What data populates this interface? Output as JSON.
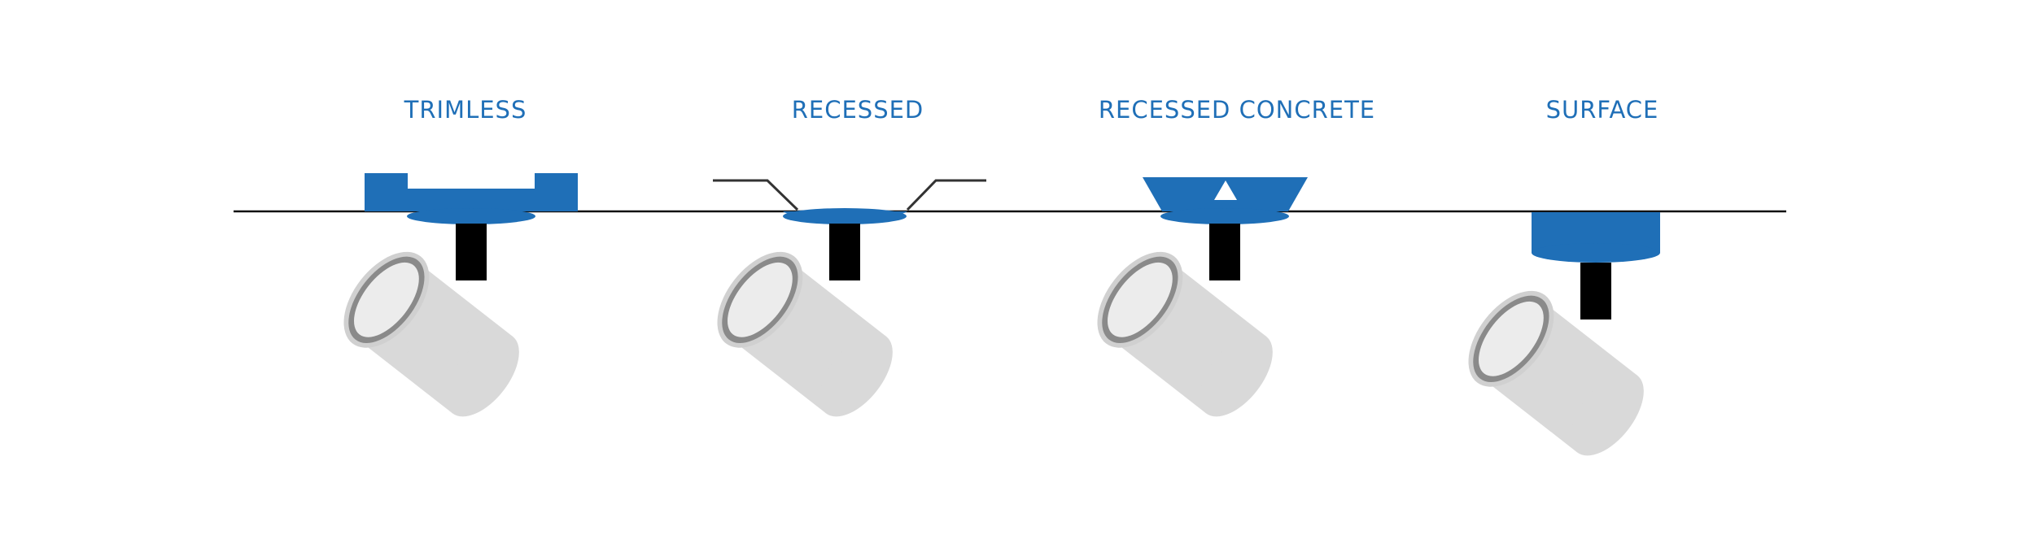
{
  "colors": {
    "accent_blue": "#1f6fb7",
    "ceiling_line": "#111111",
    "spot_body": "#d9d9d9",
    "spot_rim": "#8a8a8a",
    "spot_lens": "#ececec",
    "stem": "#000000"
  },
  "mount_types": [
    {
      "label": "TRIMLESS"
    },
    {
      "label": "RECESSED"
    },
    {
      "label": "RECESSED CONCRETE"
    },
    {
      "label": "SURFACE"
    }
  ]
}
